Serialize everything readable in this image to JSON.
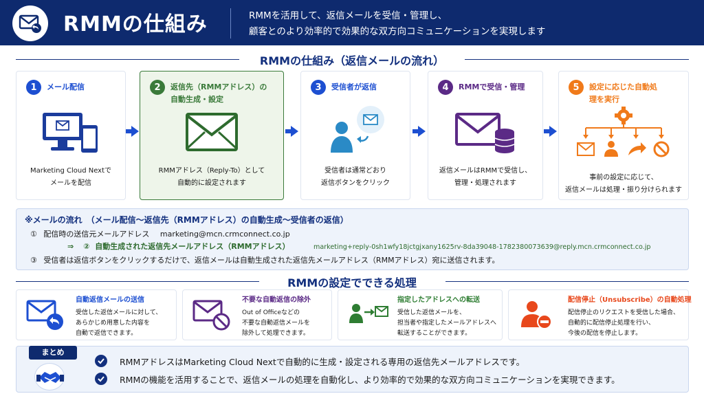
{
  "header": {
    "title": "RMMの仕組み",
    "subtitle_line1": "RMMを活用して、返信メールを受信・管理し、",
    "subtitle_line2": "顧客とのより効率的で効果的な双方向コミュニケーションを実現します"
  },
  "flow_section_title": "RMMの仕組み（返信メールの流れ）",
  "steps": [
    {
      "number": "1",
      "title": "メール配信",
      "desc1": "Marketing Cloud Nextで",
      "desc2": "メールを配信",
      "color": "#1d4fd1"
    },
    {
      "number": "2",
      "title": "返信先（RMMアドレス）の自動生成・設定",
      "desc1": "RMMアドレス（Reply-To）として",
      "desc2": "自動的に設定されます",
      "color": "#3a7a3a"
    },
    {
      "number": "3",
      "title": "受信者が返信",
      "desc1": "受信者は通常どおり",
      "desc2": "返信ボタンをクリック",
      "color": "#1d4fd1"
    },
    {
      "number": "4",
      "title": "RMMで受信・管理",
      "desc1": "返信メールはRMMで受信し、",
      "desc2": "管理・処理されます",
      "color": "#5b2a86"
    },
    {
      "number": "5",
      "title": "設定に応じた自動処理を実行",
      "desc1": "事前の設定に応じて、",
      "desc2": "返信メールは処理・振り分けられます",
      "color": "#f07a1a"
    }
  ],
  "mail_flow": {
    "title": "※メールの流れ　（メール配信～返信先（RMMアドレス）の自動生成～受信者の返信）",
    "line1_marker": "①",
    "line1_label": "配信時の送信元メールアドレス",
    "line1_value": "marketing@mcn.crmconnect.co.jp",
    "line2_arrow": "⇒",
    "line2_marker": "②",
    "line2_label": "自動生成された返信先メールアドレス（RMMアドレス）",
    "line2_value": "marketing+reply-0sh1wfy18jctgjxany1625rv-8da39048-1782380073639@reply.mcn.crmconnect.co.jp",
    "line3_marker": "③",
    "line3_text": "受信者は返信ボタンをクリックするだけで、返信メールは自動生成された返信先メールアドレス（RMMアドレス）宛に送信されます。"
  },
  "settings_section_title": "RMMの設定でできる処理",
  "features": [
    {
      "title": "自動返信メールの送信",
      "desc1": "受信した返信メールに対して、",
      "desc2": "あらかじめ用意した内容を",
      "desc3": "自動で返信できます。",
      "color": "#1d4fd1"
    },
    {
      "title": "不要な自動返信の除外",
      "desc1": "Out of Officeなどの",
      "desc2": "不要な自動返信メールを",
      "desc3": "除外して処理できます。",
      "color": "#5b2a86"
    },
    {
      "title": "指定したアドレスへの転送",
      "desc1": "受信した返信メールを、",
      "desc2": "担当者や指定したメールアドレスへ",
      "desc3": "転送することができます。",
      "color": "#2e7d32"
    },
    {
      "title": "配信停止（Unsubscribe）の自動処理",
      "desc1": "配信停止のリクエストを受信した場合、",
      "desc2": "自動的に配信停止処理を行い、",
      "desc3": "今後の配信を停止します。",
      "color": "#e8481c"
    }
  ],
  "summary": {
    "badge": "まとめ",
    "line1": "RMMアドレスはMarketing Cloud Nextで自動的に生成・設定される専用の返信先メールアドレスです。",
    "line2": "RMMの機能を活用することで、返信メールの処理を自動化し、より効率的で効果的な双方向コミュニケーションを実現できます。"
  },
  "colors": {
    "navy": "#0e2a6e",
    "blue": "#1d4fd1",
    "green": "#3a7a3a",
    "purple": "#5b2a86",
    "orange": "#f07a1a",
    "red": "#e8481c"
  },
  "icons": [
    "envelope-reply-icon",
    "computer-phone-icon",
    "envelope-icon",
    "person-reply-icon",
    "envelope-database-icon",
    "gear-routing-icon",
    "envelope-block-icon",
    "forward-icon",
    "unsubscribe-icon",
    "handshake-icon",
    "check-icon"
  ]
}
